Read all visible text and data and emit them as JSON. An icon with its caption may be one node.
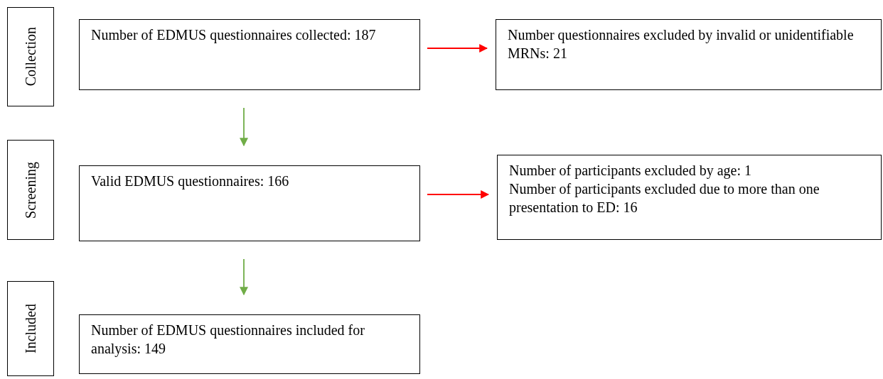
{
  "diagram": {
    "nodes": [
      {
        "text": [
          "Collection"
        ]
      },
      {
        "text": [
          "Number of EDMUS questionnaires collected: 187"
        ]
      },
      {
        "text": [
          "Number questionnaires excluded by invalid or unidentifiable MRNs: 21"
        ]
      },
      {
        "text": [
          "Screening"
        ]
      },
      {
        "text": [
          "Valid EDMUS questionnaires: 166"
        ]
      },
      {
        "text": [
          "Number of participants excluded by age: 1",
          "Number of participants excluded due to more than one presentation to ED:  16"
        ]
      },
      {
        "text": [
          "Included"
        ]
      },
      {
        "text": [
          "Number of EDMUS questionnaires included for analysis: 149"
        ]
      }
    ],
    "edges": [
      {
        "from": 1,
        "to": 2,
        "arrow": "to",
        "color": "#ff0000"
      },
      {
        "from": 1,
        "to": 4,
        "arrow": "to",
        "color": "#70ad47"
      },
      {
        "from": 4,
        "to": 5,
        "arrow": "to",
        "color": "#ff0000"
      },
      {
        "from": 4,
        "to": 7,
        "arrow": "to",
        "color": "#70ad47"
      }
    ]
  }
}
